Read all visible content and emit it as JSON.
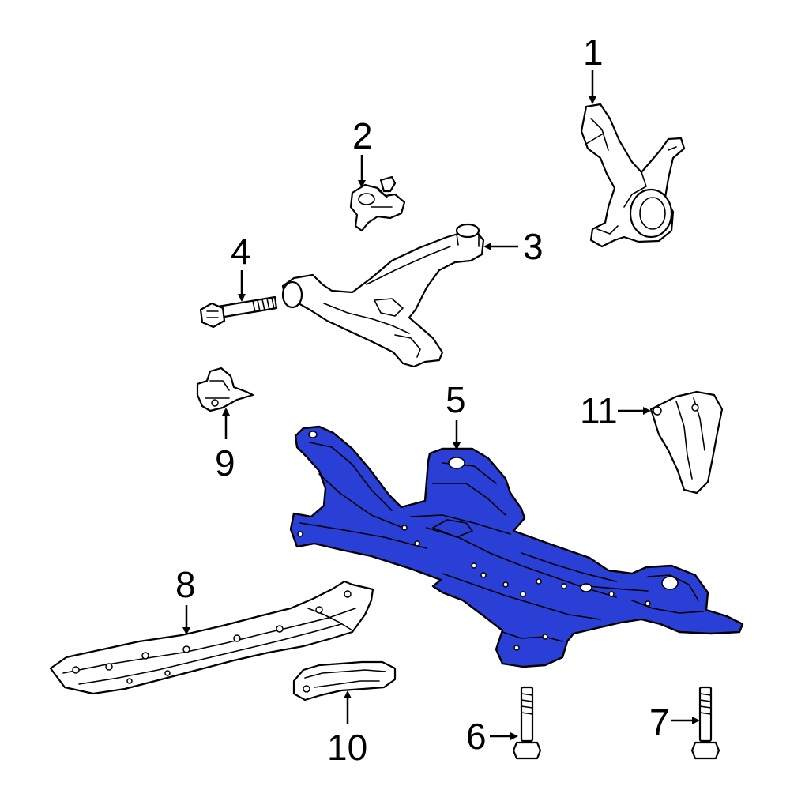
{
  "highlight_color": "#2a3fd6",
  "line_color": "#000000",
  "background_color": "#ffffff",
  "callouts": {
    "p1": "1",
    "p2": "2",
    "p3": "3",
    "p4": "4",
    "p5": "5",
    "p6": "6",
    "p7": "7",
    "p8": "8",
    "p9": "9",
    "p10": "10",
    "p11": "11"
  }
}
